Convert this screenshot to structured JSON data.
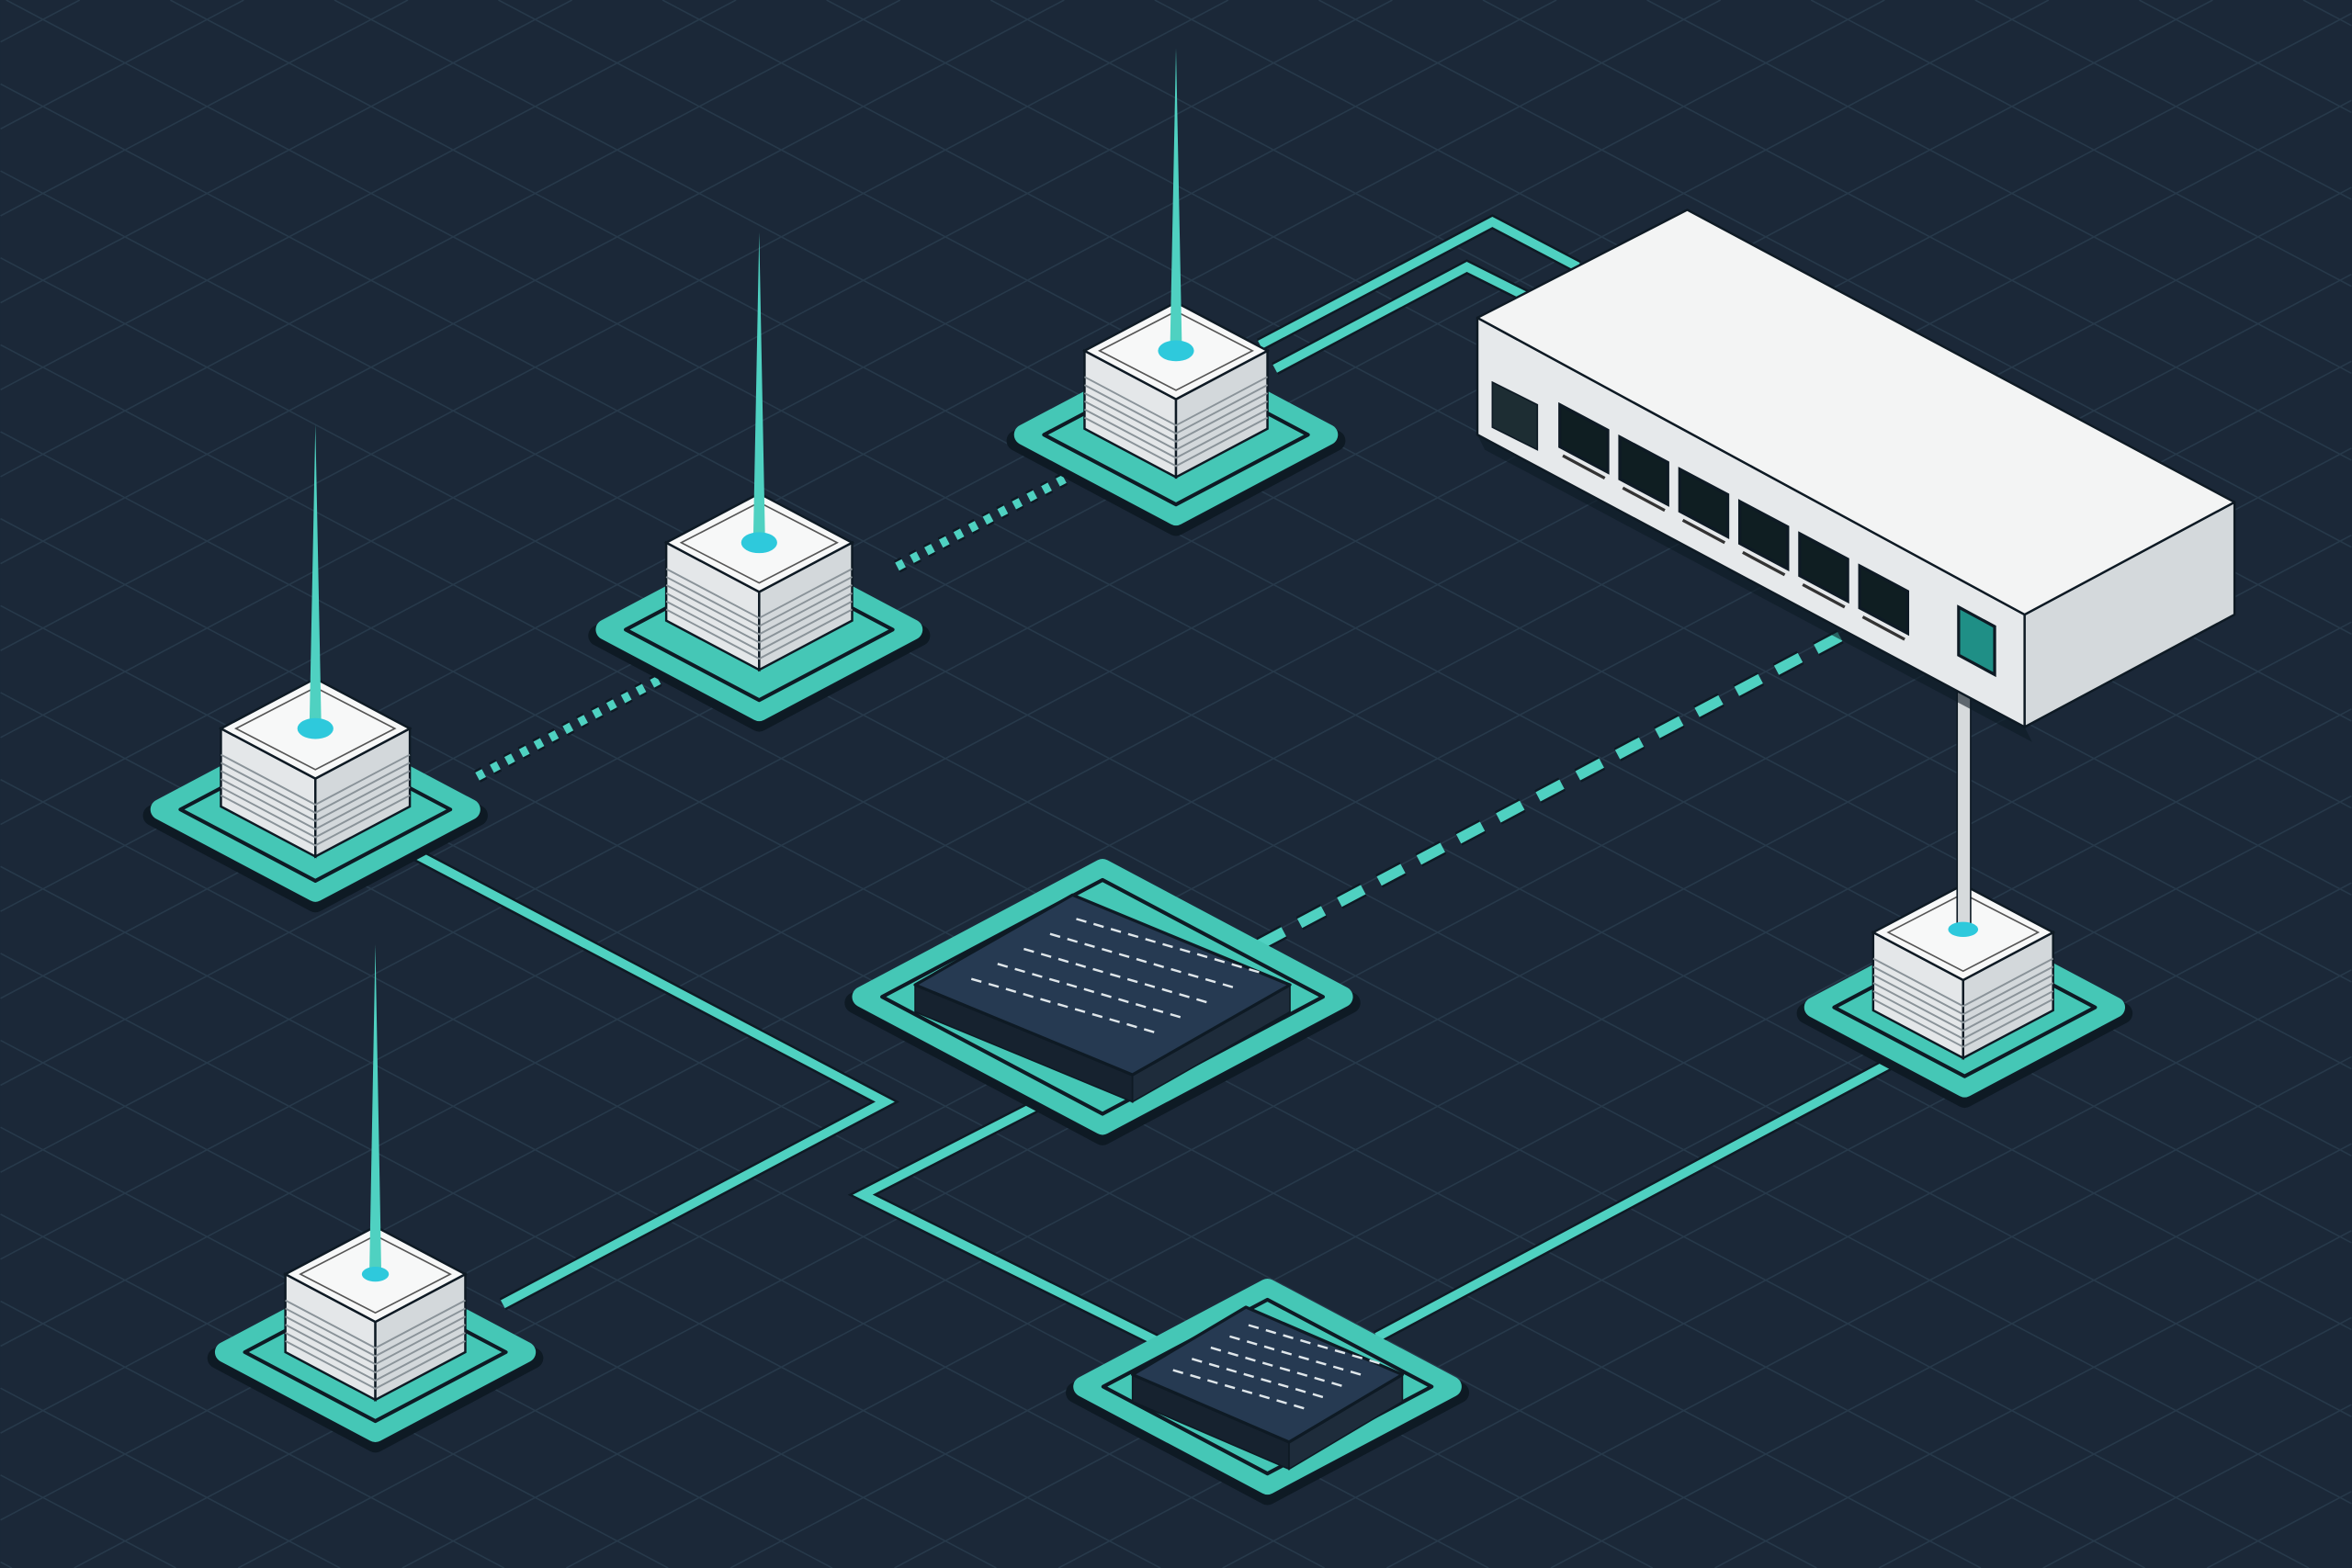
{
  "colors": {
    "background": "#1b2838",
    "grid": "#27394a",
    "link": "#4fd1c1",
    "pad": "#45c7b6",
    "outline": "#0e1a24",
    "device_white": "#eef0f1",
    "device_dark": "#263a52",
    "led": "#2ec9dc"
  },
  "icons": [
    "access-point-icon",
    "network-switch-icon",
    "server-panel-icon",
    "network-node-icon"
  ],
  "links": [
    {
      "from": "access-point-3",
      "to": "network-switch",
      "style": "solid-double"
    },
    {
      "from": "access-point-2",
      "to": "access-point-3",
      "style": "dotted"
    },
    {
      "from": "access-point-1",
      "to": "access-point-2",
      "style": "dotted"
    },
    {
      "from": "access-point-1",
      "to": "access-point-4",
      "style": "solid"
    },
    {
      "from": "panel-center",
      "to": "panel-bottom",
      "style": "solid"
    },
    {
      "from": "panel-center",
      "to": "network-switch",
      "style": "dashed"
    },
    {
      "from": "panel-bottom",
      "to": "node-right",
      "style": "solid"
    },
    {
      "from": "node-right",
      "to": "network-switch",
      "style": "post"
    }
  ]
}
